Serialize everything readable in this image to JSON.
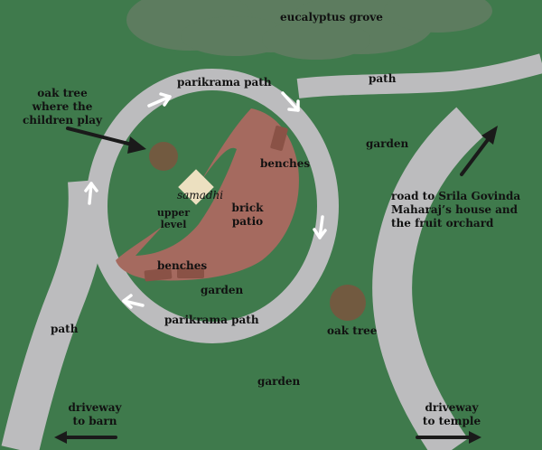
{
  "colors": {
    "grass": "#3f7a4c",
    "path": "#bcbcbe",
    "brick": "#a56a5f",
    "tree": "#725a40",
    "grove": "#5d7c5f",
    "arrow_white": "#ffffff",
    "arrow_dark": "#1a1a1a",
    "samadhi": "#ece0c0"
  },
  "labels": {
    "eucalyptus_grove": "eucalyptus grove",
    "path_top": "path",
    "parikrama_path_top": "parikrama path",
    "oak_tree_children_1": "oak tree",
    "oak_tree_children_2": "where the",
    "oak_tree_children_3": "children play",
    "garden_right": "garden",
    "benches_upper": "benches",
    "samadhi": "samadhi",
    "upper_level_1": "upper",
    "upper_level_2": "level",
    "brick_patio_1": "brick",
    "brick_patio_2": "patio",
    "road_1": "road to Srila Govinda",
    "road_2": "Maharaj’s house and",
    "road_3": "the fruit orchard",
    "benches_lower": "benches",
    "garden_inner": "garden",
    "parikrama_path_bottom": "parikrama path",
    "path_left": "path",
    "oak_tree_right": "oak tree",
    "garden_bottom": "garden",
    "driveway_barn_1": "driveway",
    "driveway_barn_2": "to barn",
    "driveway_temple_1": "driveway",
    "driveway_temple_2": "to temple"
  }
}
